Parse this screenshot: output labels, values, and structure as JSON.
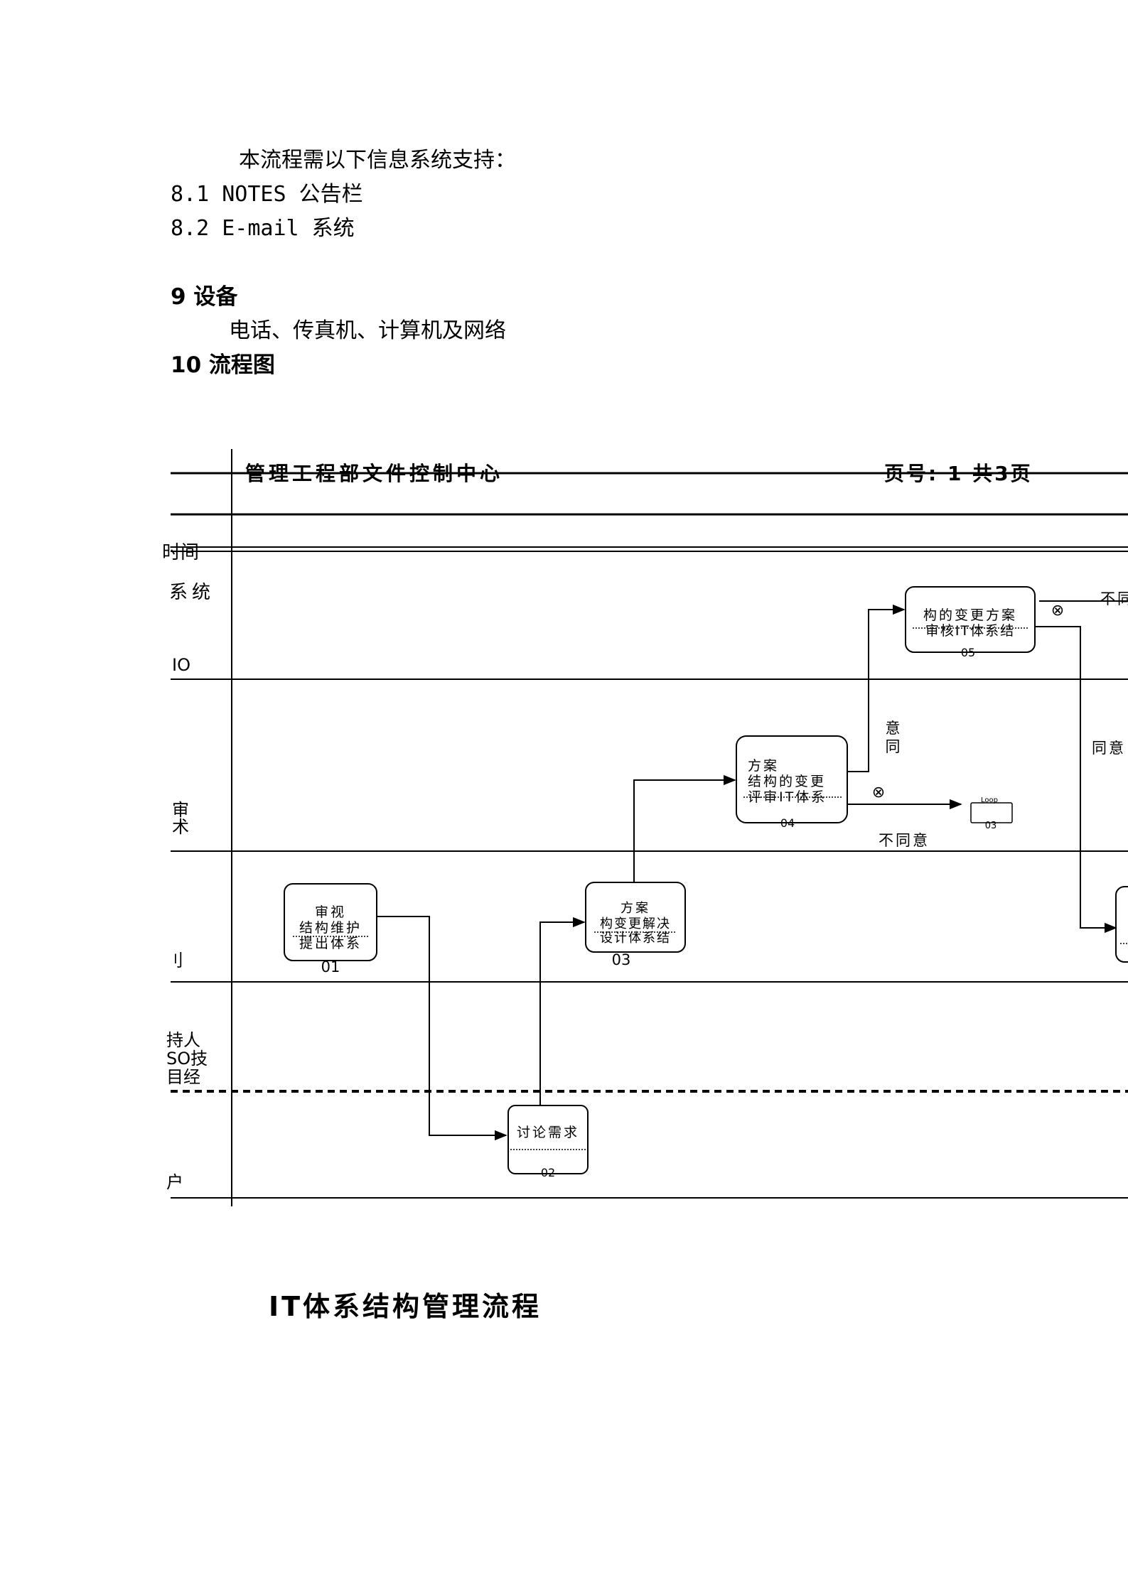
{
  "intro": {
    "support_line": "本流程需以下信息系统支持：",
    "items": [
      "8.1 NOTES 公告栏",
      "8.2  E-mail 系统"
    ]
  },
  "section9": {
    "heading": "9  设备",
    "text": "电话、传真机、计算机及网络"
  },
  "section10": {
    "heading": "10  流程图"
  },
  "flowchart": {
    "header_left": "管理工程部文件控制中心",
    "header_right": "页号: 1  共3页",
    "lanes": {
      "time": "时间",
      "system": "系统",
      "cio": "IO",
      "review_1": "审",
      "review_2": "术",
      "lane4": "刂",
      "owner_1": "持人",
      "owner_2": "SO技",
      "owner_3": "目经",
      "user": "户"
    },
    "boxes": {
      "b01": {
        "lines": [
          "审视",
          "结构维护",
          "提出体系"
        ],
        "id": "01"
      },
      "b02": {
        "lines": [
          "讨论需求"
        ],
        "id": "02"
      },
      "b03": {
        "lines": [
          "方案",
          "构变更解决",
          "设计体系结"
        ],
        "id": "03"
      },
      "b04": {
        "lines": [
          "方案",
          "结构的变更",
          "评审IT体系"
        ],
        "id": "04"
      },
      "b05": {
        "lines": [
          "构的变更方案",
          "审核IT体系结"
        ],
        "id": "05"
      },
      "loop": {
        "label": "Loop",
        "id": "03"
      }
    },
    "labels": {
      "agree_a": "意",
      "agree_b": "同",
      "disagree_04": "不同意",
      "disagree_05": "不同",
      "agree_05": "同意",
      "xor_symbol": "⊗"
    }
  },
  "footer": {
    "title": "IT体系结构管理流程"
  }
}
